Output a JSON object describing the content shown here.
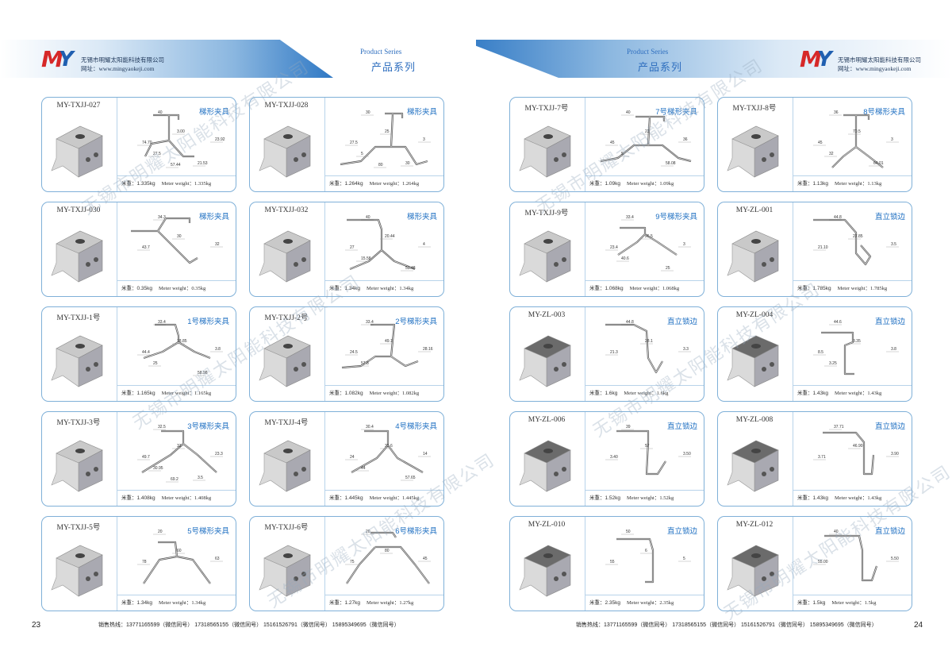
{
  "brand": {
    "logo_m": "M",
    "logo_y": "Y",
    "company": "无锡市明耀太阳能科技有限公司",
    "url": "网址：www.mingyaokeji.com"
  },
  "header": {
    "series_en": "Product Series",
    "series_cn": "产品系列"
  },
  "watermark": "无锡市明耀太阳能科技有限公司",
  "footer": {
    "hotline": "销售热线：13771165599（微信同号）  17318565155（微信同号）  15161526791（微信同号）  15895349695（微信同号）"
  },
  "pages": {
    "left_number": "23",
    "right_number": "24"
  },
  "labels": {
    "weight_cn": "米重：",
    "weight_en": "Meter weight："
  },
  "left_cards": [
    {
      "code": "MY-TXJJ-027",
      "category": "梯形夹具",
      "weight": "1.335kg",
      "dims": [
        "40",
        "23.92",
        "74.70",
        "3.00",
        "27.5",
        "21.53",
        "57.44"
      ]
    },
    {
      "code": "MY-TXJJ-028",
      "category": "梯形夹具",
      "weight": "1.264kg",
      "dims": [
        "30",
        "3",
        "27.5",
        "25",
        "5",
        "30",
        "80"
      ]
    },
    {
      "code": "MY-TXJJ-030",
      "category": "梯形夹具",
      "weight": "0.35kg",
      "dims": [
        "34.3",
        "32",
        "43.7",
        "30"
      ]
    },
    {
      "code": "MY-TXJJ-032",
      "category": "梯形夹具",
      "weight": "1.34kg",
      "dims": [
        "40",
        "4",
        "27",
        "20.44",
        "15.58",
        "53.48"
      ]
    },
    {
      "code": "MY-TXJJ-1号",
      "category": "1号梯形夹具",
      "weight": "1.165kg",
      "dims": [
        "33.4",
        "3.8",
        "44.4",
        "18.85",
        "25",
        "58.98"
      ]
    },
    {
      "code": "MY-TXJJ-2号",
      "category": "2号梯形夹具",
      "weight": "1.082kg",
      "dims": [
        "33.4",
        "28.16",
        "24.5",
        "49.1",
        "57.8"
      ]
    },
    {
      "code": "MY-TXJJ-3号",
      "category": "3号梯形夹具",
      "weight": "1.408kg",
      "dims": [
        "32.5",
        "23.3",
        "49.7",
        "31",
        "30.95",
        "3.5",
        "69.2"
      ]
    },
    {
      "code": "MY-TXJJ-4号",
      "category": "4号梯形夹具",
      "weight": "1.445kg",
      "dims": [
        "30.4",
        "14",
        "24",
        "35.6",
        "44",
        "57.65"
      ]
    },
    {
      "code": "MY-TXJJ-5号",
      "category": "5号梯形夹具",
      "weight": "1.34kg",
      "dims": [
        "20",
        "63",
        "78",
        "60"
      ]
    },
    {
      "code": "MY-TXJJ-6号",
      "category": "6号梯形夹具",
      "weight": "1.27kg",
      "dims": [
        "20",
        "45",
        "75",
        "80"
      ]
    }
  ],
  "right_cards": [
    {
      "code": "MY-TXJJ-7号",
      "category": "7号梯形夹具",
      "weight": "1.09kg",
      "dims": [
        "40",
        "36",
        "45",
        "22",
        "5",
        "58.08"
      ]
    },
    {
      "code": "MY-TXJJ-8号",
      "category": "8号梯形夹具",
      "weight": "1.13kg",
      "dims": [
        "36",
        "3",
        "45",
        "70.5",
        "32",
        "64.01"
      ]
    },
    {
      "code": "MY-TXJJ-9号",
      "category": "9号梯形夹具",
      "weight": "1.068kg",
      "dims": [
        "33.4",
        "3",
        "23.4",
        "26.5",
        "40.6",
        "25"
      ]
    },
    {
      "code": "MY-ZL-001",
      "category": "直立锁边",
      "weight": "1.785kg",
      "dims": [
        "44.8",
        "3.5",
        "21.10",
        "27.85"
      ]
    },
    {
      "code": "MY-ZL-003",
      "category": "直立锁边",
      "weight": "1.6kg",
      "dims": [
        "44.8",
        "3.3",
        "21.3",
        "28.1"
      ]
    },
    {
      "code": "MY-ZL-004",
      "category": "直立锁边",
      "weight": "1.43kg",
      "dims": [
        "44.6",
        "3.8",
        "8.5",
        "3.35",
        "3.25"
      ]
    },
    {
      "code": "MY-ZL-006",
      "category": "直立锁边",
      "weight": "1.52kg",
      "dims": [
        "39",
        "3.50",
        "3.40",
        "57"
      ]
    },
    {
      "code": "MY-ZL-008",
      "category": "直立锁边",
      "weight": "1.43kg",
      "dims": [
        "37.71",
        "3.90",
        "3.71",
        "46.90"
      ]
    },
    {
      "code": "MY-ZL-010",
      "category": "直立锁边",
      "weight": "2.35kg",
      "dims": [
        "50",
        "5",
        "55",
        "6"
      ]
    },
    {
      "code": "MY-ZL-012",
      "category": "直立锁边",
      "weight": "1.5kg",
      "dims": [
        "40",
        "5.50",
        "55.00"
      ]
    }
  ]
}
